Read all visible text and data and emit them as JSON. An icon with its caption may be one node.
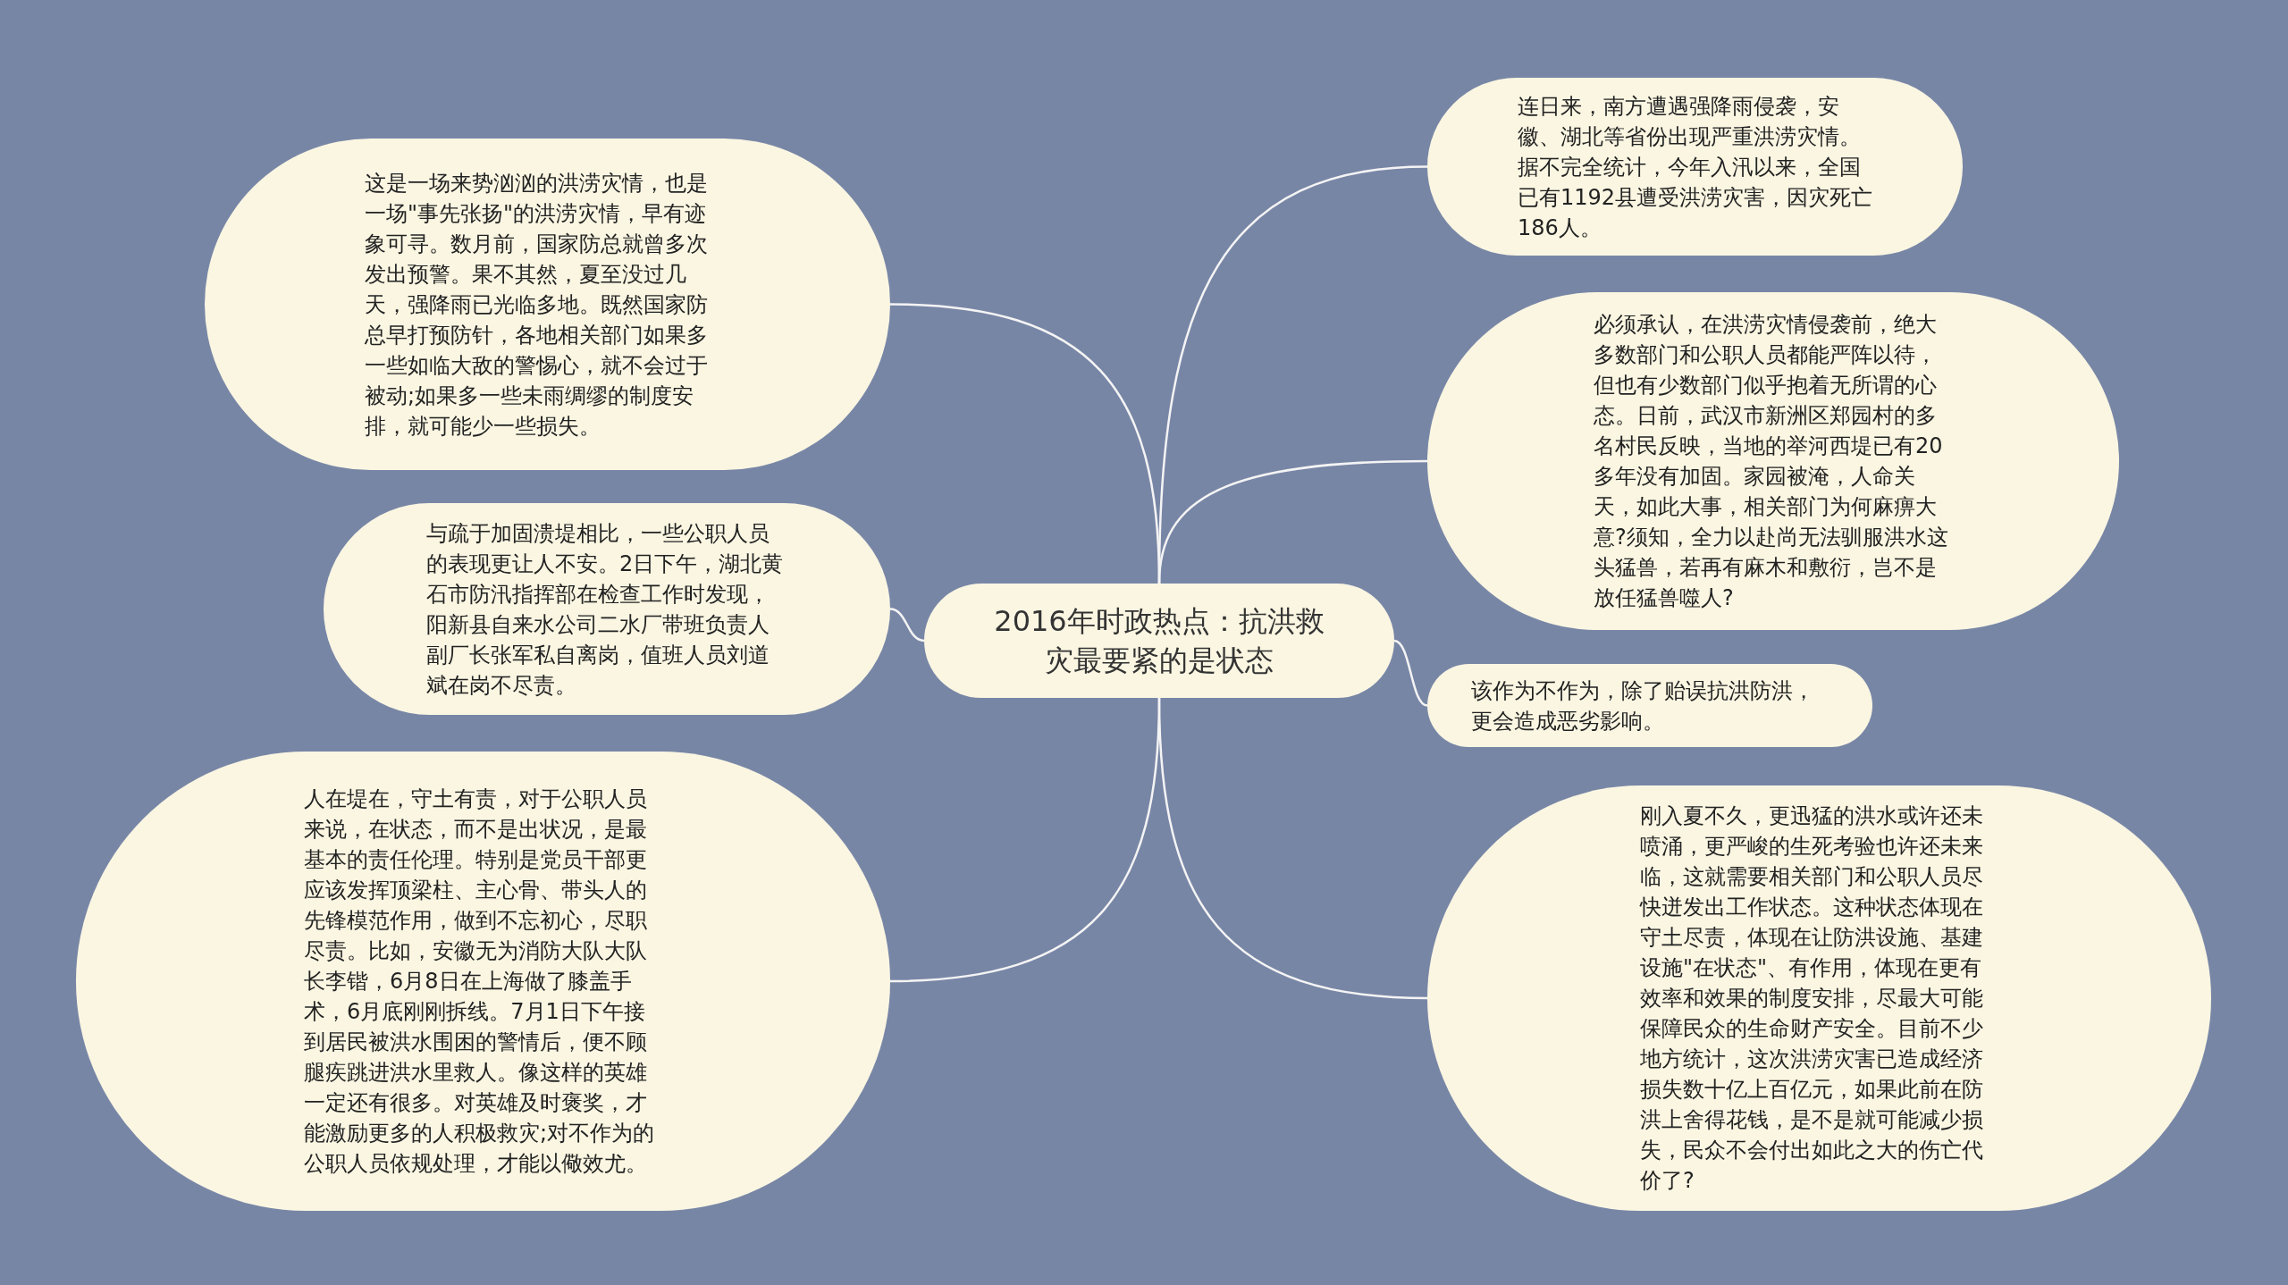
{
  "diagram": {
    "nodes": [
      {
        "text": [
          "2016年时政热点：抗洪救灾最要紧的是状态"
        ]
      },
      {
        "text": [
          "这是一场来势汹汹的洪涝灾情，也是一场\"事先张扬\"的洪涝灾情，早有迹象可寻。数月前，国家防总就曾多次发出预警。果不其然，夏至没过几天，强降雨已光临多地。既然国家防总早打预防针，各地相关部门如果多一些如临大敌的警惕心，就不会过于被动;如果多一些未雨绸缪的制度安排，就可能少一些损失。"
        ]
      },
      {
        "text": [
          "与疏于加固溃堤相比，一些公职人员的表现更让人不安。2日下午，湖北黄石市防汛指挥部在检查工作时发现，阳新县自来水公司二水厂带班负责人副厂长张军私自离岗，值班人员刘道斌在岗不尽责。"
        ]
      },
      {
        "text": [
          "人在堤在，守土有责，对于公职人员来说，在状态，而不是出状况，是最基本的责任伦理。特别是党员干部更应该发挥顶梁柱、主心骨、带头人的先锋模范作用，做到不忘初心，尽职尽责。比如，安徽无为消防大队大队长李锴，6月8日在上海做了膝盖手术，6月底刚刚拆线。7月1日下午接到居民被洪水围困的警情后，便不顾腿疾跳进洪水里救人。像这样的英雄一定还有很多。对英雄及时褒奖，才能激励更多的人积极救灾;对不作为的公职人员依规处理，才能以儆效尤。"
        ]
      },
      {
        "text": [
          "连日来，南方遭遇强降雨侵袭，安徽、湖北等省份出现严重洪涝灾情。据不完全统计，今年入汛以来，全国已有1192县遭受洪涝灾害，因灾死亡186人。"
        ]
      },
      {
        "text": [
          "必须承认，在洪涝灾情侵袭前，绝大多数部门和公职人员都能严阵以待，但也有少数部门似乎抱着无所谓的心态。日前，武汉市新洲区郑园村的多名村民反映，当地的举河西堤已有20多年没有加固。家园被淹，人命关天，如此大事，相关部门为何麻痹大意?须知，全力以赴尚无法驯服洪水这头猛兽，若再有麻木和敷衍，岂不是放任猛兽噬人?"
        ]
      },
      {
        "text": [
          "该作为不作为，除了贻误抗洪防洪，更会造成恶劣影响。"
        ]
      },
      {
        "text": [
          "刚入夏不久，更迅猛的洪水或许还未喷涌，更严峻的生死考验也许还未来临，这就需要相关部门和公职人员尽快迸发出工作状态。这种状态体现在守土尽责，体现在让防洪设施、基建设施\"在状态\"、有作用，体现在更有效率和效果的制度安排，尽最大可能保障民众的生命财产安全。目前不少地方统计，这次洪涝灾害已造成经济损失数十亿上百亿元，如果此前在防洪上舍得花钱，是不是就可能减少损失，民众不会付出如此之大的伤亡代价了?"
        ]
      }
    ],
    "edges": [
      {
        "from": 0,
        "to": 1,
        "arrow": "none"
      },
      {
        "from": 0,
        "to": 2,
        "arrow": "none"
      },
      {
        "from": 0,
        "to": 3,
        "arrow": "none"
      },
      {
        "from": 0,
        "to": 4,
        "arrow": "none"
      },
      {
        "from": 0,
        "to": 5,
        "arrow": "none"
      },
      {
        "from": 0,
        "to": 6,
        "arrow": "none"
      },
      {
        "from": 0,
        "to": 7,
        "arrow": "none"
      }
    ]
  }
}
